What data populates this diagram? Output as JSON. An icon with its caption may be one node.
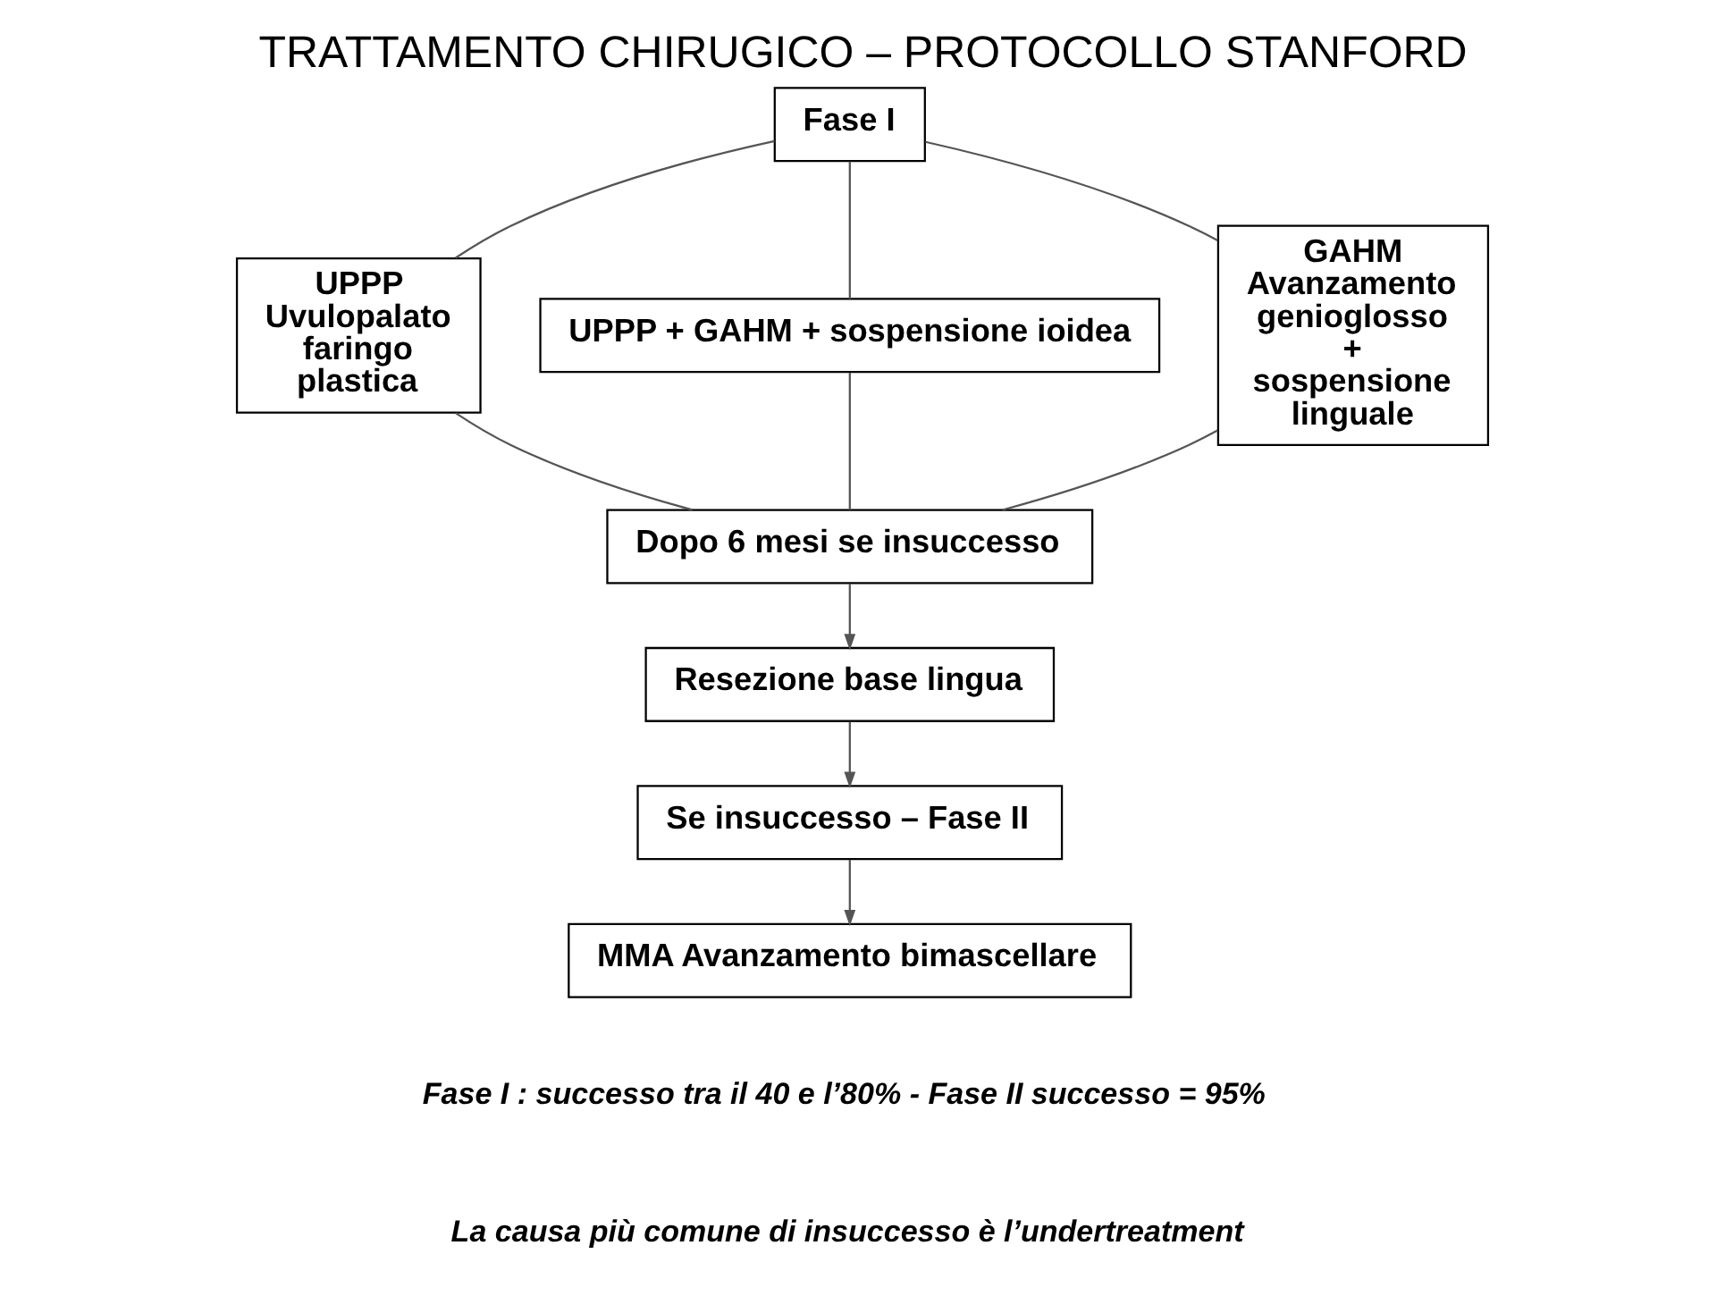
{
  "diagram": {
    "title": "TRATTAMENTO CHIRUGICO – PROTOCOLLO STANFORD",
    "nodes": [
      {
        "text": [
          "Fase I"
        ]
      },
      {
        "text": [
          "UPPP Uvulopalato faringo plastica"
        ]
      },
      {
        "text": [
          "UPPP + GAHM + sospensione ioidea"
        ]
      },
      {
        "text": [
          "GAHM Avanzamento genioglosso + sospensione linguale"
        ]
      },
      {
        "text": [
          "Dopo 6 mesi se insuccesso"
        ]
      },
      {
        "text": [
          "Resezione base lingua"
        ]
      },
      {
        "text": [
          "Se insuccesso – Fase II"
        ]
      },
      {
        "text": [
          "MMA Avanzamento bimascellare"
        ]
      }
    ],
    "edges": [
      {
        "from": 0,
        "to": 1,
        "arrow": "none"
      },
      {
        "from": 0,
        "to": 2,
        "arrow": "none"
      },
      {
        "from": 0,
        "to": 3,
        "arrow": "none"
      },
      {
        "from": 1,
        "to": 4,
        "arrow": "none"
      },
      {
        "from": 2,
        "to": 4,
        "arrow": "none"
      },
      {
        "from": 3,
        "to": 4,
        "arrow": "none"
      },
      {
        "from": 4,
        "to": 5,
        "arrow": "to"
      },
      {
        "from": 5,
        "to": 6,
        "arrow": "to"
      },
      {
        "from": 6,
        "to": 7,
        "arrow": "to"
      }
    ],
    "labels": [
      "Fase I : successo tra il 40 e l’80% - Fase II successo = 95%",
      "La causa più comune di insuccesso è l’undertreatment"
    ]
  }
}
